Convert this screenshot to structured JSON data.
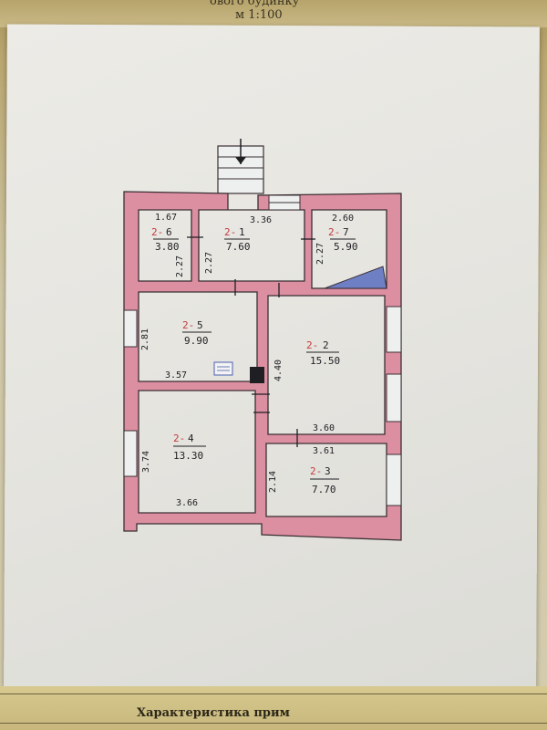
{
  "header": {
    "title_fragment": "ового будинку",
    "scale": "м 1:100"
  },
  "footer": {
    "title": "Характеристика прим"
  },
  "plan": {
    "rooms": [
      {
        "id": "room-1",
        "prefix": "2-",
        "number": "1",
        "area": "7.60"
      },
      {
        "id": "room-2",
        "prefix": "2-",
        "number": "2",
        "area": "15.50"
      },
      {
        "id": "room-3",
        "prefix": "2-",
        "number": "3",
        "area": "7.70"
      },
      {
        "id": "room-4",
        "prefix": "2-",
        "number": "4",
        "area": "13.30"
      },
      {
        "id": "room-5",
        "prefix": "2-",
        "number": "5",
        "area": "9.90"
      },
      {
        "id": "room-6",
        "prefix": "2-",
        "number": "6",
        "area": "3.80"
      },
      {
        "id": "room-7",
        "prefix": "2-",
        "number": "7",
        "area": "5.90"
      }
    ],
    "dimensions": {
      "d1": "1.67",
      "d2": "3.36",
      "d3": "2.60",
      "d4": "2.27",
      "d5": "2.27",
      "d6": "2.27",
      "d7": "2.81",
      "d8": "3.57",
      "d9": "4.40",
      "d10": "3.60",
      "d11": "3.61",
      "d12": "3.74",
      "d13": "3.66",
      "d14": "2.14"
    },
    "colors": {
      "wall": "#dd8fa2",
      "wall_outline": "#3a2f33",
      "stair_fill": "#6f7fc4",
      "window_fill": "#eef0f0"
    }
  }
}
